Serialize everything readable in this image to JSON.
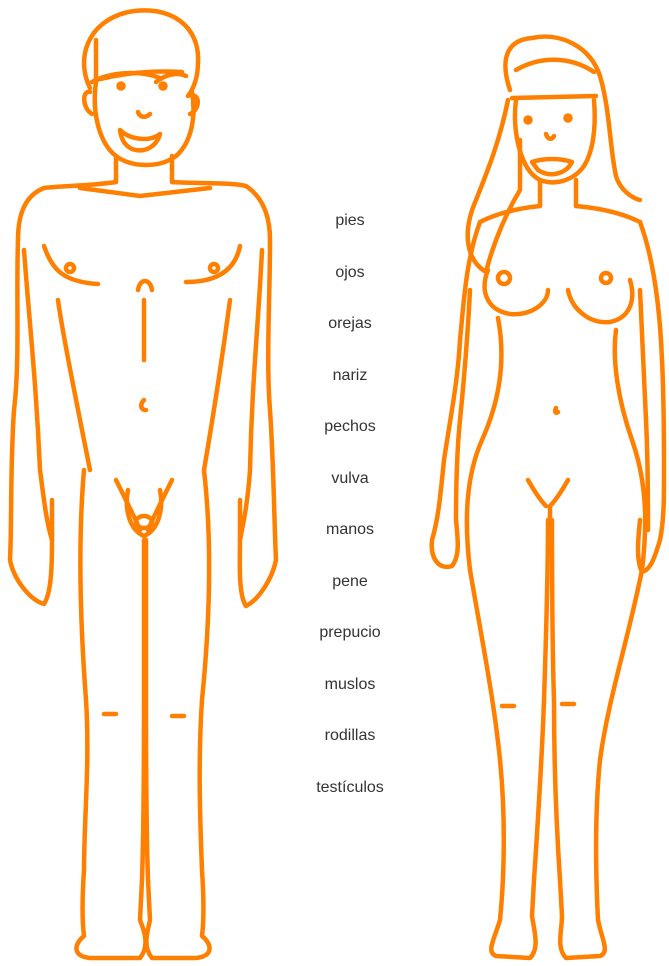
{
  "colors": {
    "outline": "#ff7f00",
    "label_text": "#333333",
    "background": "#ffffff"
  },
  "labels": [
    "pies",
    "ojos",
    "orejas",
    "nariz",
    "pechos",
    "vulva",
    "manos",
    "pene",
    "prepucio",
    "muslos",
    "rodillas",
    "testículos"
  ]
}
